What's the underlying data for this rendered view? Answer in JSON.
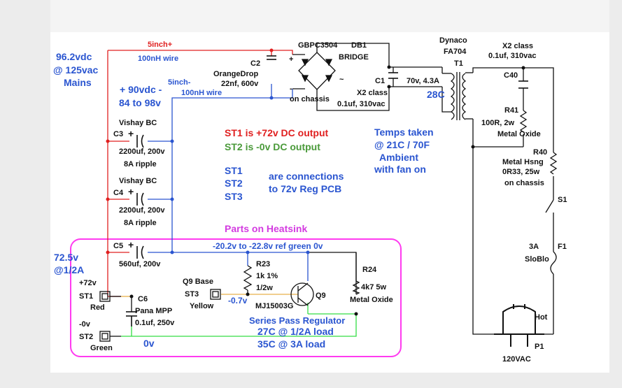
{
  "colors": {
    "positive_rail": "#e02020",
    "negative_rail": "#2a55d0",
    "zero_volt": "#33dd44",
    "reference": "#e8b04a",
    "heatsink_box": "#ff3bf0",
    "ink": "#111111",
    "text_blue": "#2a55d0"
  },
  "left_notes": {
    "mains_line1": "96.2vdc",
    "mains_line2": "@ 125vac",
    "mains_line3": "Mains",
    "rail_line1": "+ 90vdc -",
    "rail_line2": "84 to 98v",
    "output_line1": "72.5v",
    "output_line2": "@1/2A"
  },
  "wires": {
    "w5inch_plus": "5inch+",
    "w100nh_top": "100nH wire",
    "w5inch_minus": "5inch-",
    "w100nh_mid": "100nH wire"
  },
  "c2": {
    "ref": "C2",
    "name": "OrangeDrop",
    "value": "22nf, 600v"
  },
  "bridge": {
    "part": "GBPC3504",
    "ref": "DB1",
    "name": "BRIDGE",
    "plus": "+",
    "minus": "-",
    "mount": "on chassis",
    "ac": "~"
  },
  "c1": {
    "ref": "C1",
    "type": "X2 class",
    "value": "0.1uf, 310vac"
  },
  "transformer": {
    "make": "Dynaco",
    "model": "FA704",
    "ref": "T1",
    "rating": "70v, 4.3A",
    "temp": "28C"
  },
  "c40": {
    "type": "X2 class",
    "value": "0.1uf, 310vac",
    "ref": "C40"
  },
  "r41": {
    "ref": "R41",
    "value": "100R, 2w",
    "type": "Metal Oxide"
  },
  "r40": {
    "ref": "R40",
    "type": "Metal Hsng",
    "value": "0R33, 25w",
    "mount": "on chassis"
  },
  "s1": {
    "ref": "S1"
  },
  "f1": {
    "rating": "3A",
    "ref": "F1",
    "type": "SloBlo"
  },
  "plug": {
    "hot": "Hot",
    "ref": "P1",
    "voltage": "120VAC"
  },
  "c3": {
    "make": "Vishay BC",
    "ref": "C3",
    "plus": "+",
    "value": "2200uf, 200v",
    "ripple": "8A ripple"
  },
  "c4": {
    "make": "Vishay BC",
    "ref": "C4",
    "plus": "+",
    "value": "2200uf, 200v",
    "ripple": "8A ripple"
  },
  "c5": {
    "ref": "C5",
    "plus": "+",
    "value": "560uf, 200v"
  },
  "c6": {
    "ref": "C6",
    "make": "Pana MPP",
    "value": "0.1uf, 250v"
  },
  "notes": {
    "st1_desc": "ST1 is +72v DC output",
    "st2_desc": "ST2 is -0v DC output",
    "st_list_1": "ST1",
    "st_list_2": "ST2",
    "st_list_3": "ST3",
    "connect_1": "are connections",
    "connect_2": "to 72v Reg PCB",
    "temps_1": "Temps taken",
    "temps_2": "@ 21C / 70F",
    "temps_3": "Ambient",
    "temps_4": "with fan on"
  },
  "heatsink": {
    "title": "Parts on Heatsink",
    "ref_label": "-20.2v to -22.8v ref green 0v",
    "caption_1": "Series Pass Regulator",
    "caption_2": "27C @ 1/2A load",
    "caption_3": "35C @ 3A load"
  },
  "r23": {
    "ref": "R23",
    "value": "1k 1%",
    "power": "1/2w"
  },
  "r24": {
    "ref": "R24",
    "value": "4k7 5w",
    "type": "Metal Oxide"
  },
  "q9": {
    "ref": "Q9",
    "part": "MJ15003G"
  },
  "st1": {
    "voltage": "+72v",
    "ref": "ST1",
    "color": "Red"
  },
  "st2": {
    "voltage": "-0v",
    "ref": "ST2",
    "color": "Green"
  },
  "st3": {
    "label1": "Q9 Base",
    "ref": "ST3",
    "color": "Yellow",
    "voltage": "-0.7v"
  },
  "zero_v": "0v"
}
